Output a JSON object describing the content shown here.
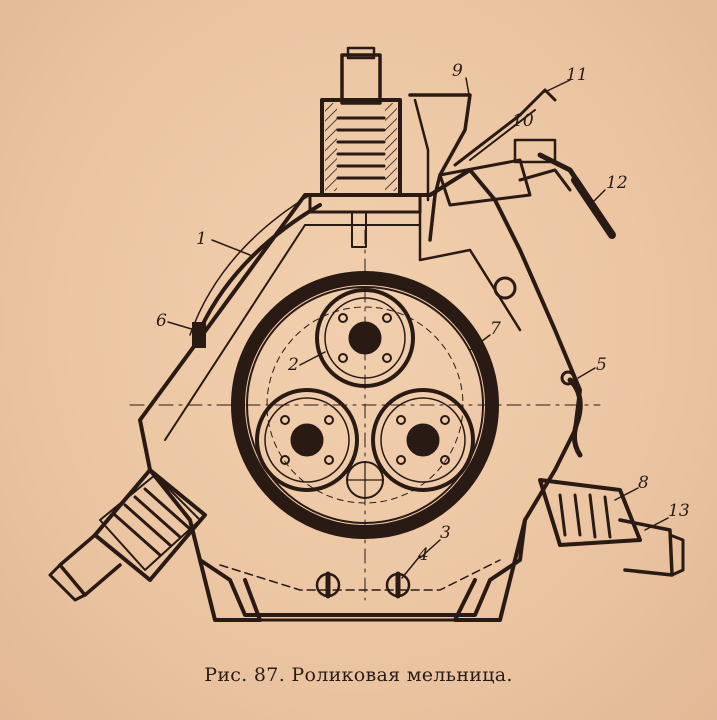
{
  "figure": {
    "caption": "Рис. 87. Роликовая мельница.",
    "labels": [
      "1",
      "2",
      "3",
      "4",
      "5",
      "6",
      "7",
      "8",
      "9",
      "10",
      "11",
      "12",
      "13"
    ]
  },
  "colors": {
    "paper": "#ebc7a6",
    "ink": "#2a1a14"
  }
}
